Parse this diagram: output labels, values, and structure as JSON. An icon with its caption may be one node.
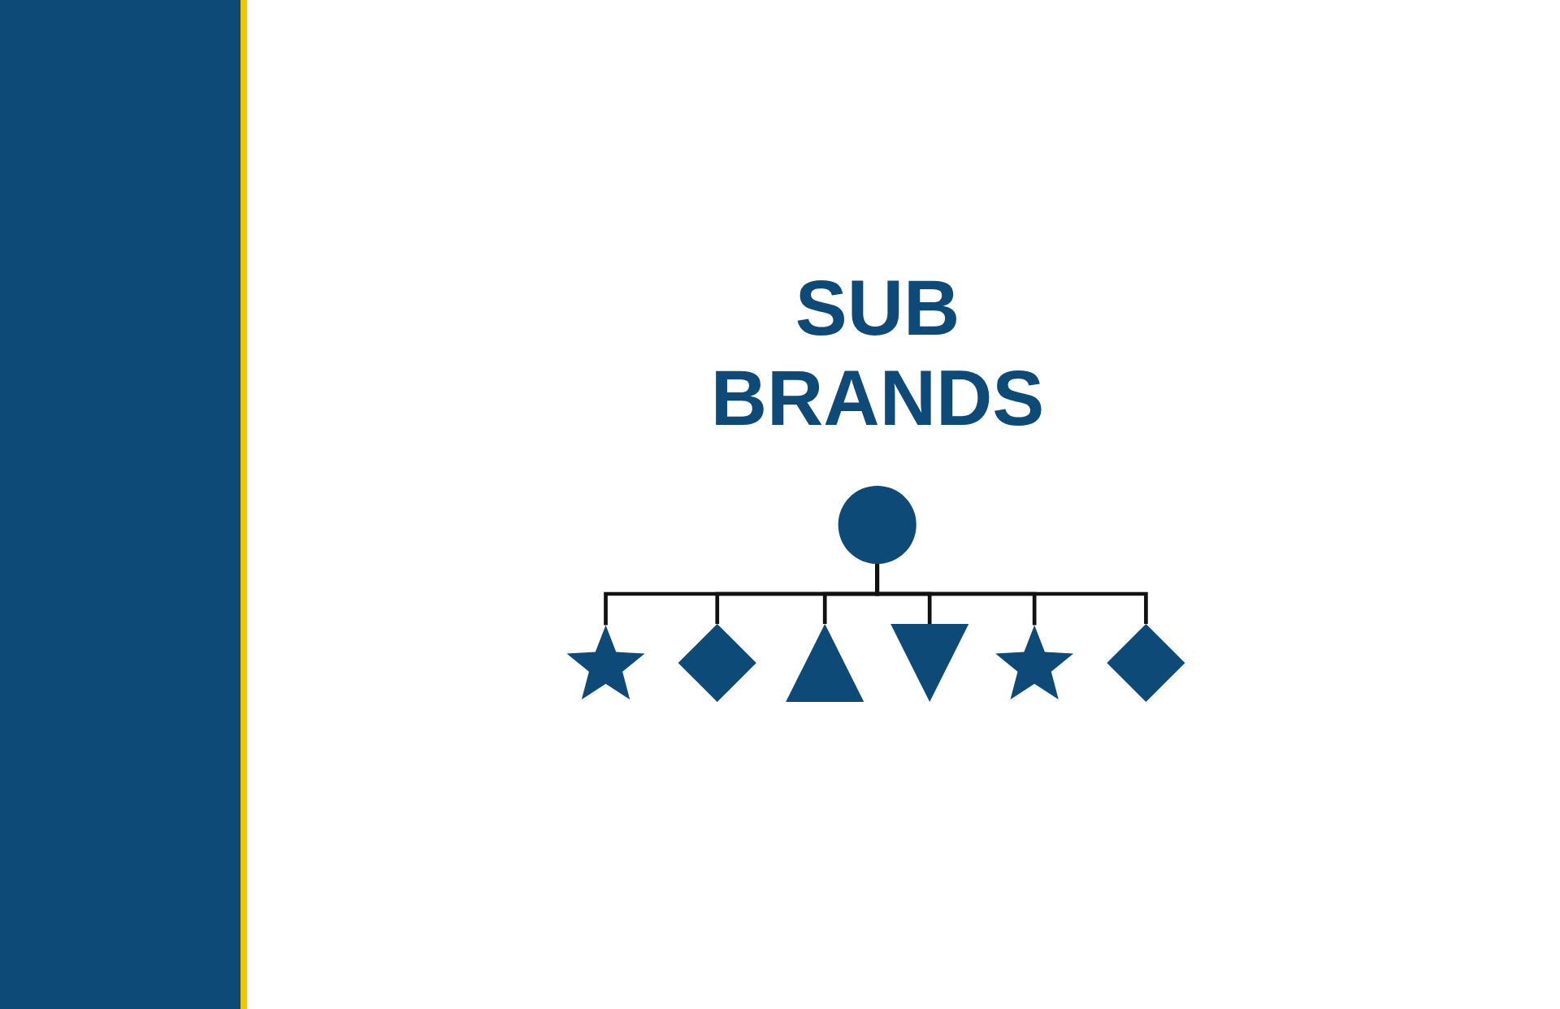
{
  "diagram": {
    "title": "SUB BRANDS",
    "nodes": [
      {
        "text": [],
        "shape": "circle"
      },
      {
        "text": [],
        "shape": "star"
      },
      {
        "text": [],
        "shape": "diamond"
      },
      {
        "text": [],
        "shape": "triangle"
      },
      {
        "text": [],
        "shape": "triangle"
      },
      {
        "text": [],
        "shape": "star"
      },
      {
        "text": [],
        "shape": "diamond"
      }
    ],
    "edges": [
      {
        "from": 0,
        "to": 1,
        "arrow": "none"
      },
      {
        "from": 0,
        "to": 2,
        "arrow": "none"
      },
      {
        "from": 0,
        "to": 3,
        "arrow": "none"
      },
      {
        "from": 0,
        "to": 4,
        "arrow": "none"
      },
      {
        "from": 0,
        "to": 5,
        "arrow": "none"
      },
      {
        "from": 0,
        "to": 6,
        "arrow": "none"
      }
    ]
  }
}
